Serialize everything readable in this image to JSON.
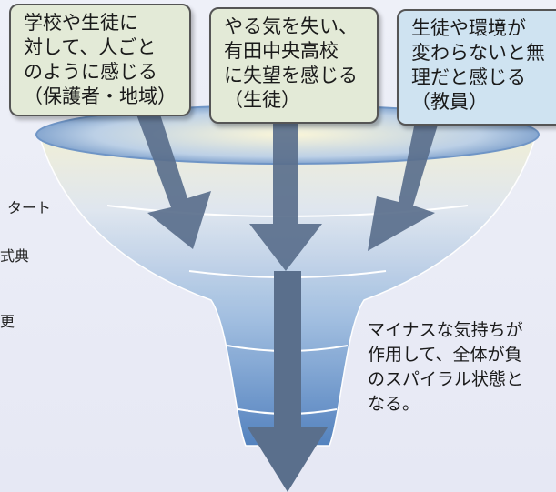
{
  "boxes": [
    {
      "lines": [
        "学校や生徒に",
        "対して、人ごと",
        "のように感じる",
        "（保護者・地域）"
      ]
    },
    {
      "lines": [
        "やる気を失い、",
        "有田中央高校",
        "に失望を感じる",
        "（生徒）"
      ]
    },
    {
      "lines": [
        "生徒や環境が",
        "変わらないと無",
        "理だと感じる",
        "（教員）"
      ]
    }
  ],
  "side_labels": [
    "タート",
    "式典",
    "更"
  ],
  "description": [
    "マイナスな気持ちが",
    "作用して、全体が負",
    "のスパイラル状態と",
    "なる。"
  ],
  "colors": {
    "funnel": "#5a86bf",
    "arrow": "#5a6f8c",
    "box_green": "#e3ead7",
    "box_blue": "#cfe3f1"
  }
}
